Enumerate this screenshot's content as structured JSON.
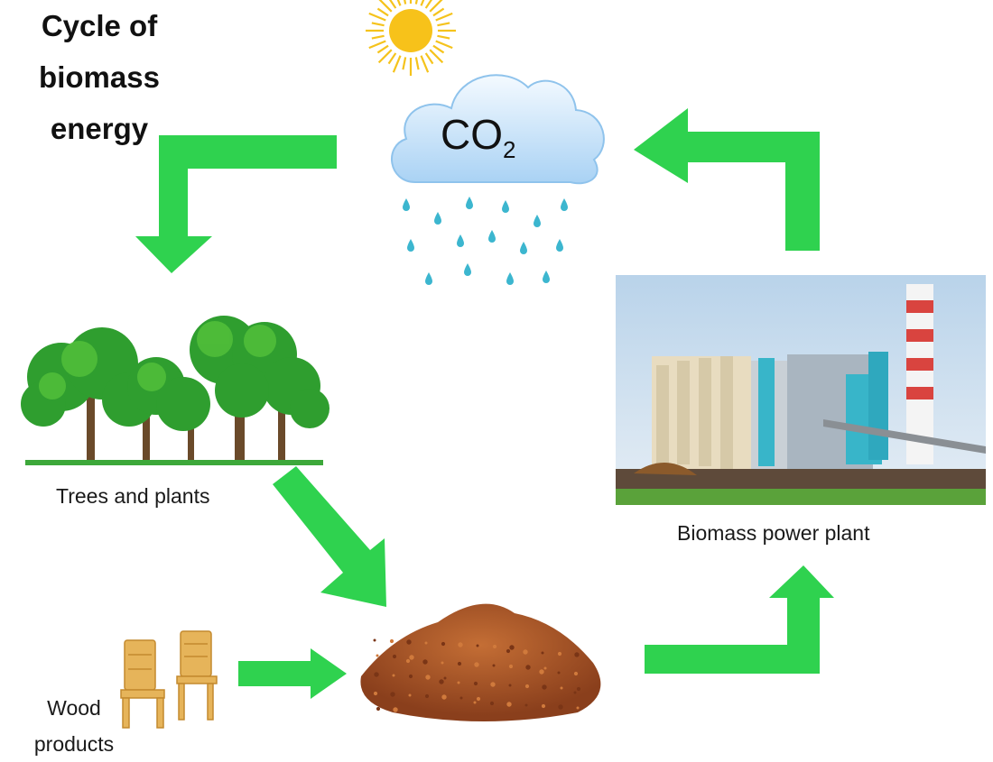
{
  "diagram": {
    "title": "Cycle of\nbiomass\nenergy",
    "co2_label": {
      "main": "CO",
      "sub": "2"
    },
    "labels": {
      "trees": "Trees and plants",
      "power_plant": "Biomass power plant",
      "wood_products": "Wood products"
    },
    "colors": {
      "arrow": "#2fd24f",
      "sun": "#f7c21a",
      "cloud": "#cfe6fb",
      "rain": "#3cb6cf",
      "sawdust": "#a0522d"
    }
  }
}
